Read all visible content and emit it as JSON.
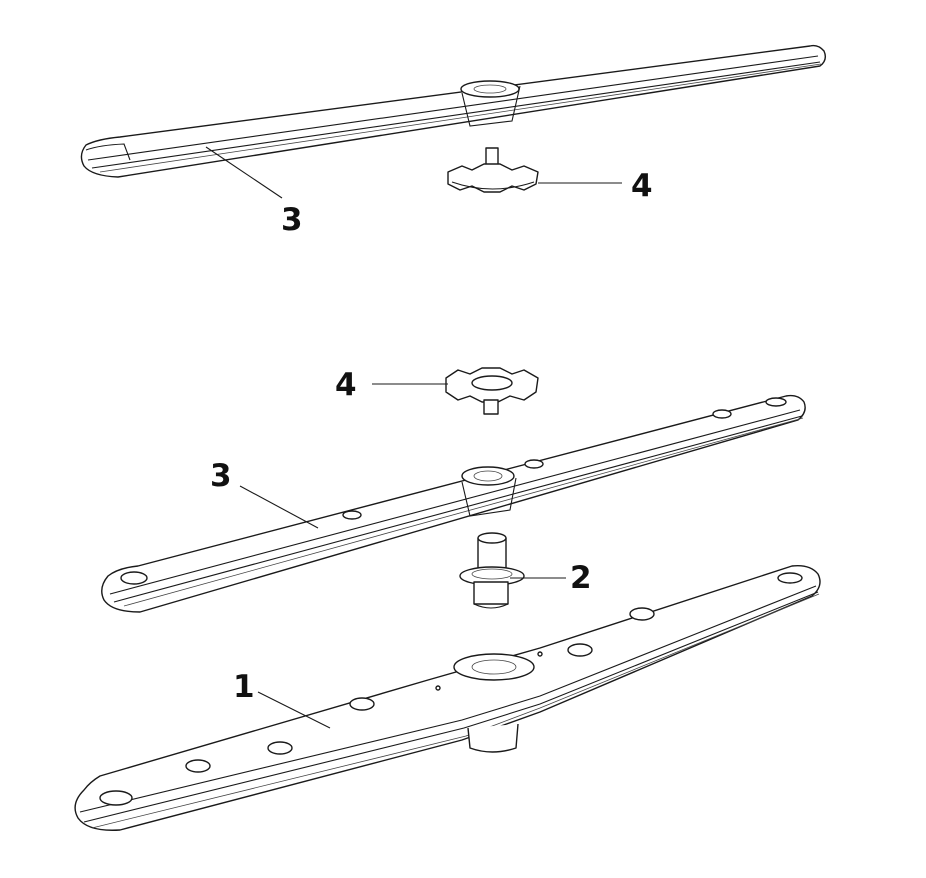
{
  "diagram": {
    "callouts": {
      "c1": "1",
      "c2": "2",
      "c3_top": "3",
      "c4_top": "4",
      "c4_mid": "4",
      "c3_mid": "3"
    }
  }
}
